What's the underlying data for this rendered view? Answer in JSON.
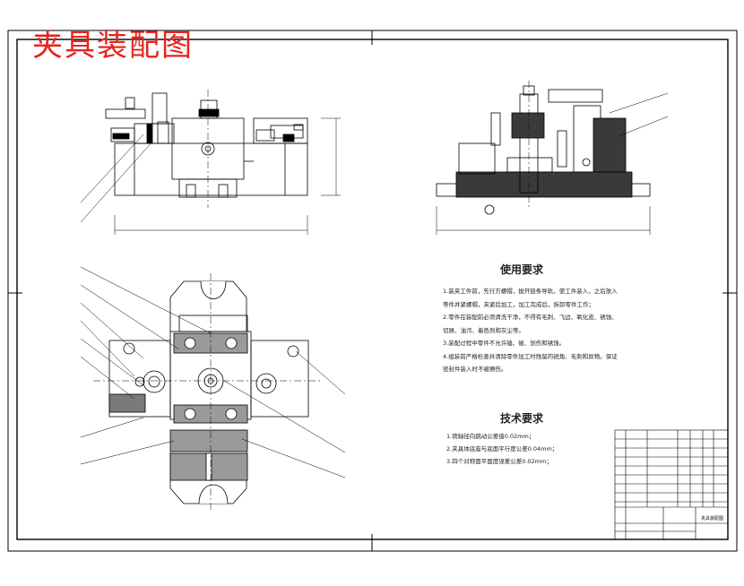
{
  "drawing": {
    "title": "夹具装配图",
    "accent_color": "#e8231e"
  },
  "notes": {
    "usage_heading": "使用要求",
    "usage_items": [
      "1.装夹工件前，先行方螺帽，拔开链条导轨，使工件装入，之后放入等件并紧螺帽，夹紧后加工，加工完成后，拆卸零件工作；",
      "2.零件在装配前必须清洗干净，不得有毛刺、飞边、氧化皮、锈蚀、切屑、油污、着色剂和灰尘等。",
      "3.装配过程中零件不允许磕、碰、划伤和锈蚀。",
      "4.组装前严格检查并清除零件加工时残留的锐角、毛刺和异物。保证密封件装入时不被擦伤。"
    ],
    "tech_heading": "技术要求",
    "tech_items": [
      "1.销轴径向跳动公差值0.02mm；",
      "2.夹具体底座与底面平行度公差0.04mm；",
      "3.四个对称面平面度误差公差0.02mm；"
    ]
  },
  "title_block": {
    "name": "夹具装配图"
  }
}
